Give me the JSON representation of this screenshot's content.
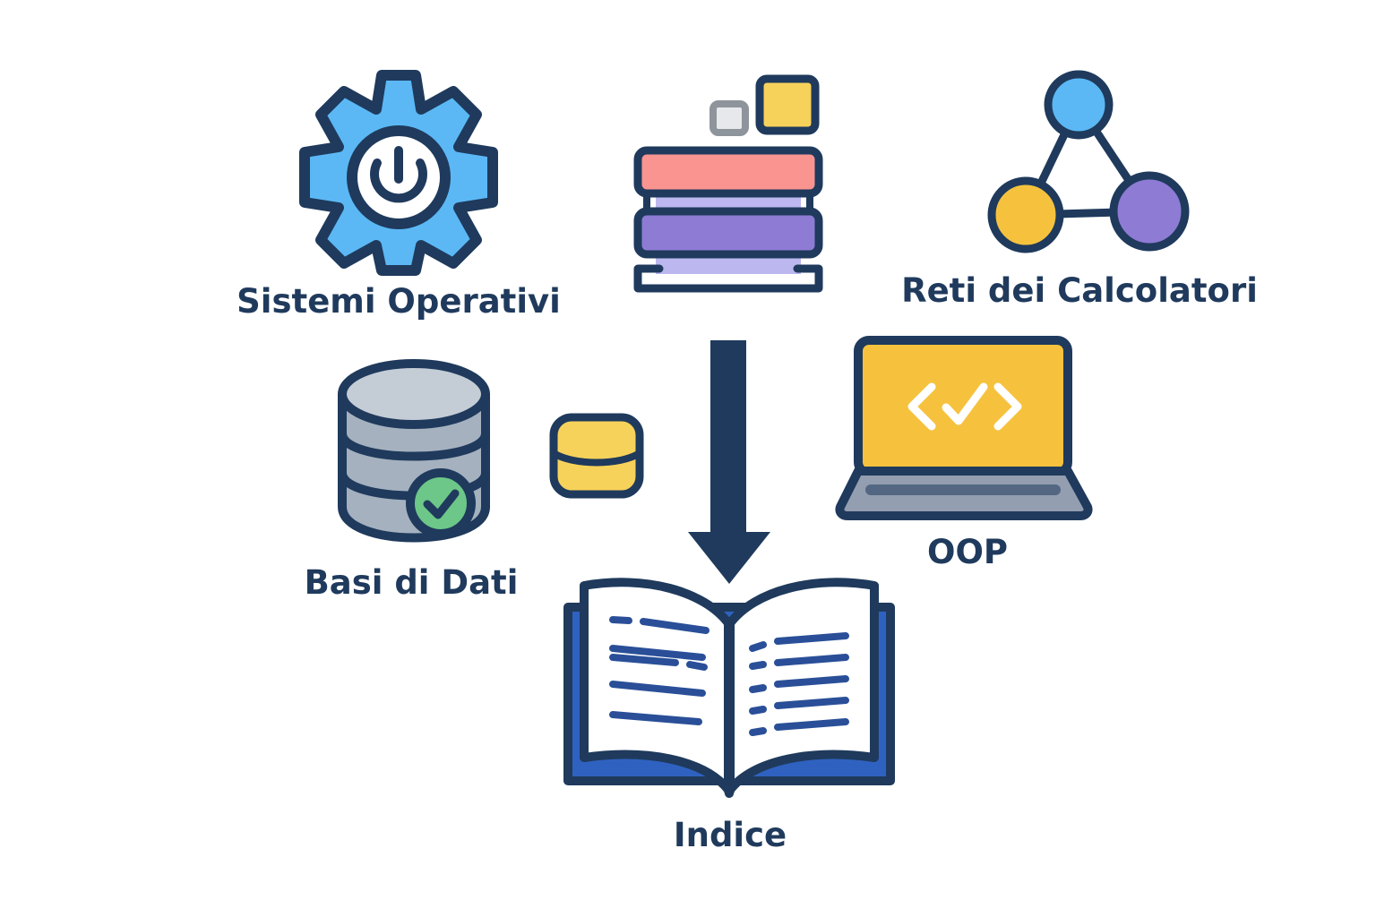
{
  "labels": {
    "sistemi_operativi": "Sistemi Operativi",
    "reti_dei_calcolatori": "Reti dei Calcolatori",
    "basi_di_dati": "Basi di Dati",
    "oop": "OOP",
    "indice": "Indice"
  },
  "icons": {
    "sistemi_operativi": "gear-power-icon",
    "stack": "stacked-layers-icon",
    "reti_dei_calcolatori": "network-nodes-icon",
    "basi_di_dati": "database-check-icon",
    "small_db": "small-database-icon",
    "oop": "laptop-code-icon",
    "indice": "open-book-icon",
    "arrow": "arrow-down-icon"
  },
  "colors": {
    "outline": "#1f3a5c",
    "gear": "#5bb8f5",
    "node_blue": "#5bb8f5",
    "node_yellow": "#f6c23e",
    "node_purple": "#8e7bd4",
    "layer_red": "#f99490",
    "layer_purple": "#8e7bd4",
    "layer_light_purple": "#bcb8ef",
    "db_gray": "#a5b1bf",
    "check_green": "#6cc788",
    "laptop_screen": "#f6c23e",
    "laptop_base": "#939eb0",
    "book_cover": "#2f62c0",
    "book_page": "#ffffff",
    "book_lines": "#2a4f98",
    "arrow": "#1f3a5c"
  }
}
